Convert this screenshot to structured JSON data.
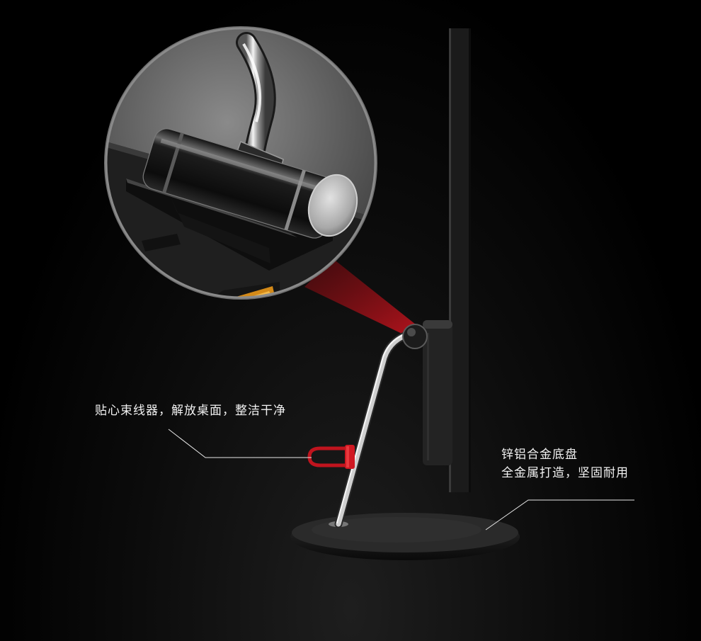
{
  "callouts": {
    "cable_management": {
      "text": "贴心束线器，解放桌面，整洁干净"
    },
    "base": {
      "line1": "锌铝合金底盘",
      "line2": "全金属打造，坚固耐用"
    }
  },
  "colors": {
    "background": "#000000",
    "accent_red": "#c0141e",
    "text": "#f2f2f2",
    "monitor_body": "#1a1a1a",
    "chrome": "#d0d0d0"
  }
}
